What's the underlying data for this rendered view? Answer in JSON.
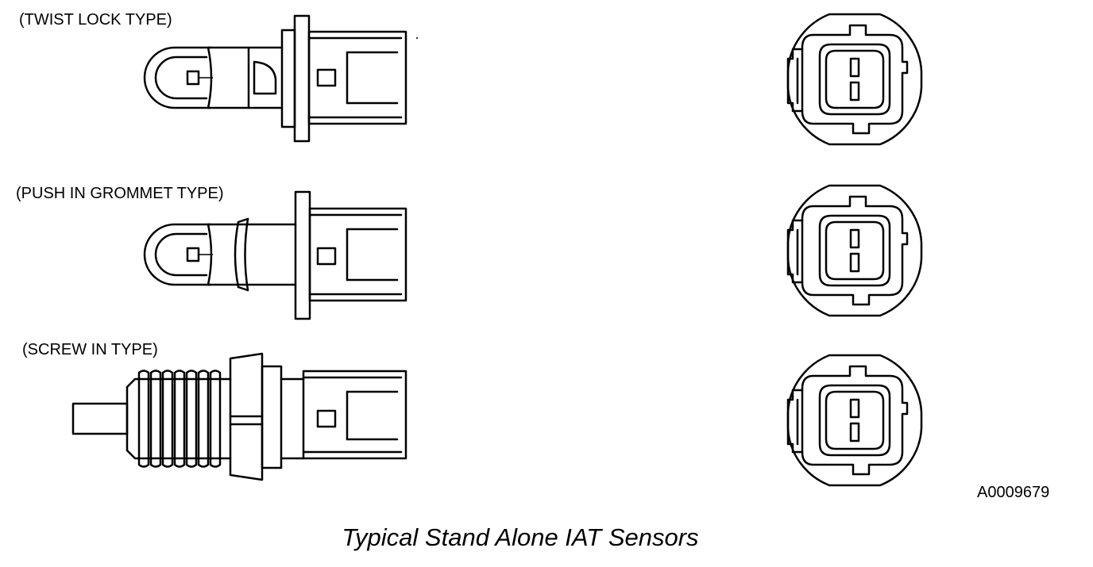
{
  "labels": {
    "twist_lock": "(TWIST LOCK TYPE)",
    "push_in": "(PUSH IN GROMMET TYPE)",
    "screw_in": "(SCREW IN TYPE)"
  },
  "figure_code": "A0009679",
  "caption": "Typical Stand Alone IAT Sensors",
  "colors": {
    "line": "#000000",
    "background": "#ffffff"
  }
}
